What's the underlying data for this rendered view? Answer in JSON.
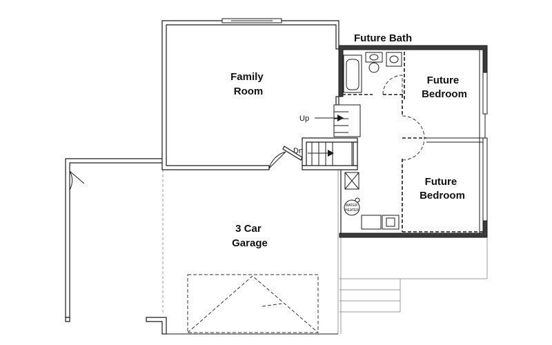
{
  "plan": {
    "rooms": {
      "family_room": {
        "line1": "Family",
        "line2": "Room"
      },
      "garage": {
        "line1": "3 Car",
        "line2": "Garage"
      },
      "future_bath": {
        "label": "Future Bath"
      },
      "bedroom_upper": {
        "line1": "Future",
        "line2": "Bedroom"
      },
      "bedroom_lower": {
        "line1": "Future",
        "line2": "Bedroom"
      }
    },
    "stairs": {
      "up_label": "Up",
      "down_label": "Dn"
    },
    "water_heater": {
      "line1": "WATER",
      "line2": "HEATER"
    }
  }
}
